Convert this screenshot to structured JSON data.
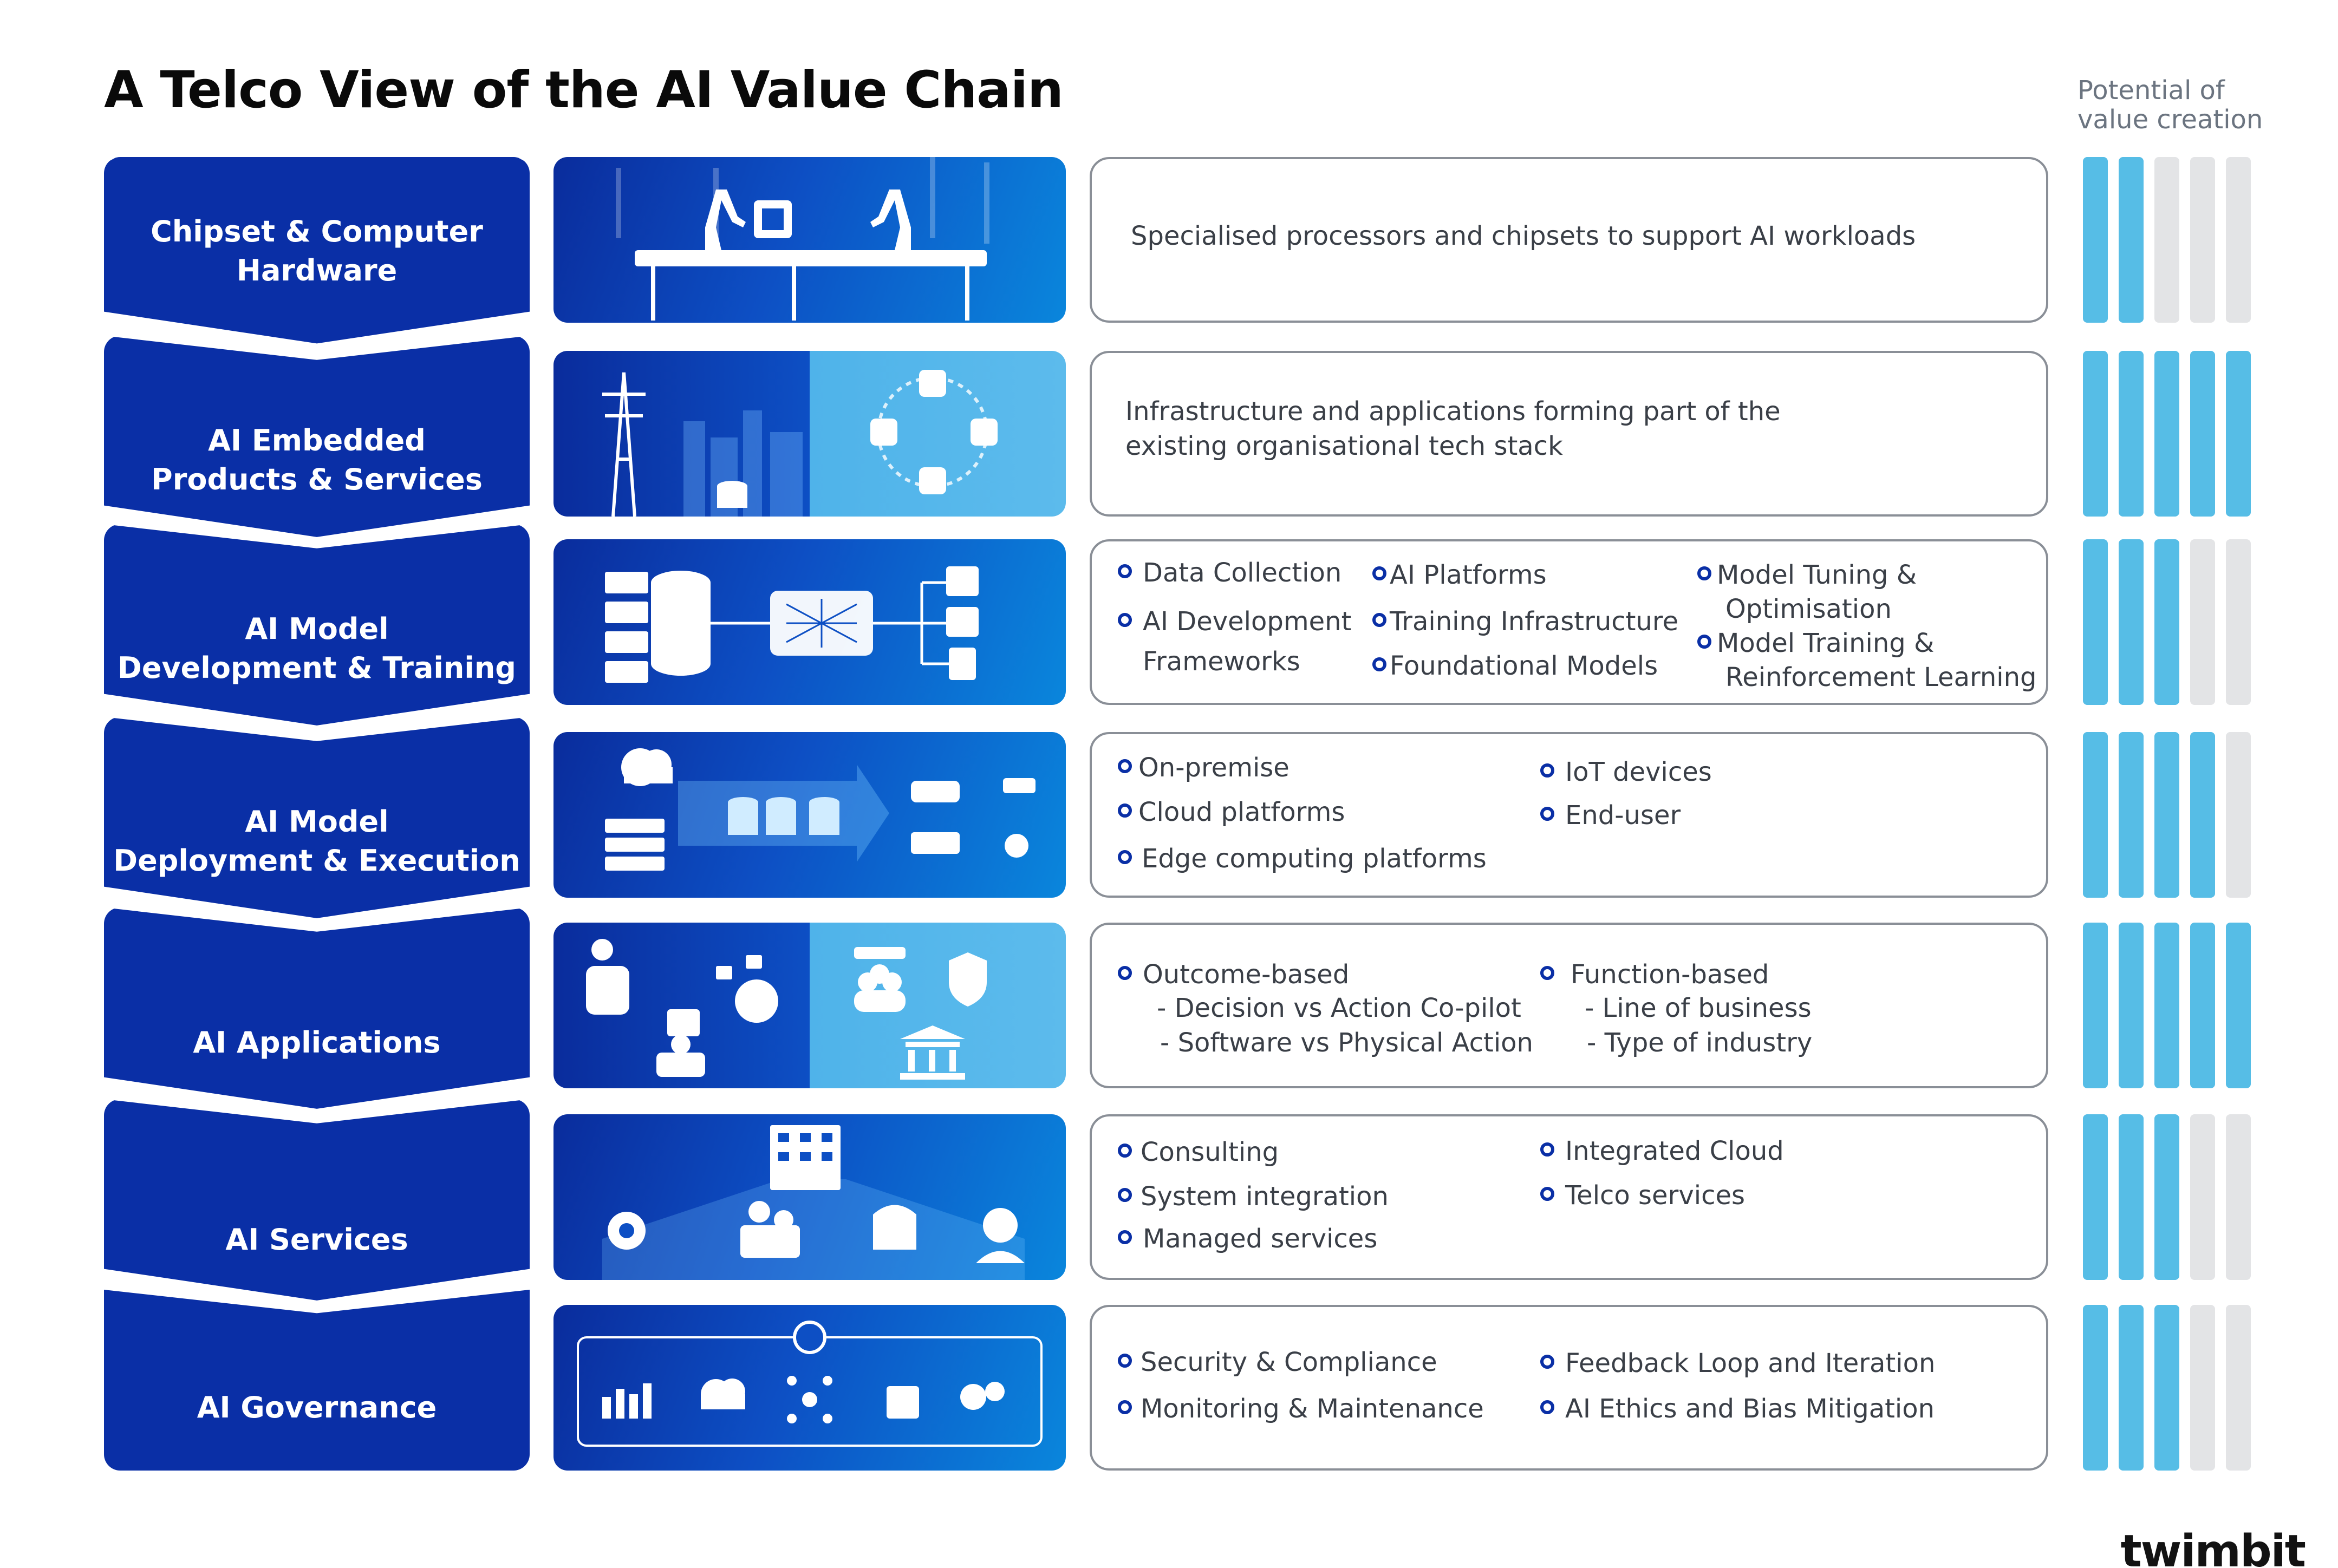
{
  "title": "A Telco View of the AI Value Chain",
  "potential_label": [
    "Potential of",
    "value creation"
  ],
  "colors": {
    "chevron": "#0a2fa6",
    "bar_on": "#56bde6",
    "bar_off": "#e3e4e6",
    "bullet": "#0a2fa6"
  },
  "rows": [
    {
      "label": [
        "Chipset & Computer",
        "Hardware"
      ],
      "description": [
        "Specialised processors and chipsets to support AI workloads"
      ],
      "potential": 2,
      "icon": "robotic-assembly-line-icon"
    },
    {
      "label": [
        "AI Embedded",
        "Products & Services"
      ],
      "description": [
        "Infrastructure and applications forming part of the",
        "existing organisational tech stack"
      ],
      "potential": 5,
      "icon": "tech-stack-icon"
    },
    {
      "label": [
        "AI Model",
        "Development & Training"
      ],
      "columns": [
        [
          "Data Collection",
          "AI Development",
          "Frameworks"
        ],
        [
          "AI Platforms",
          "Training Infrastructure",
          "Foundational Models"
        ],
        [
          "Model Tuning &",
          "Optimisation",
          "Model Training &",
          "Reinforcement Learning"
        ]
      ],
      "potential": 3,
      "icon": "neural-network-icon"
    },
    {
      "label": [
        "AI Model",
        "Deployment & Execution"
      ],
      "columns": [
        [
          "On-premise",
          "Cloud platforms",
          "Edge computing platforms"
        ],
        [
          "IoT devices",
          "End-user"
        ]
      ],
      "potential": 4,
      "icon": "deployment-icon"
    },
    {
      "label": [
        "AI Applications"
      ],
      "columns": [
        [
          "Outcome-based",
          "- Decision vs Action Co-pilot",
          "- Software vs Physical Action"
        ],
        [
          "Function-based",
          "- Line of business",
          "- Type of industry"
        ]
      ],
      "potential": 5,
      "icon": "ai-apps-icon"
    },
    {
      "label": [
        "AI Services"
      ],
      "columns": [
        [
          "Consulting",
          "System integration",
          "Managed services"
        ],
        [
          "Integrated Cloud",
          "Telco services"
        ]
      ],
      "potential": 3,
      "icon": "services-icon"
    },
    {
      "label": [
        "AI Governance"
      ],
      "columns": [
        [
          "Security & Compliance",
          "Monitoring & Maintenance"
        ],
        [
          "Feedback Loop and Iteration",
          "AI Ethics and Bias Mitigation"
        ]
      ],
      "potential": 3,
      "icon": "governance-icon"
    }
  ],
  "logo": "twimbit"
}
